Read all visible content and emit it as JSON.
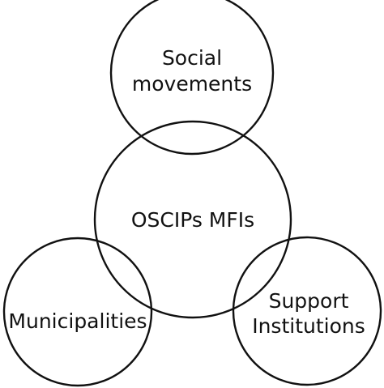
{
  "diagram": {
    "stroke_color": "#111111",
    "background_color": "#ffffff",
    "nodes": {
      "social": {
        "line1": "Social",
        "line2": "movements"
      },
      "center": {
        "label": "OSCIPs MFIs"
      },
      "municipalities": {
        "label": "Municipalities"
      },
      "support": {
        "line1": "Support",
        "line2": "Institutions"
      }
    }
  }
}
